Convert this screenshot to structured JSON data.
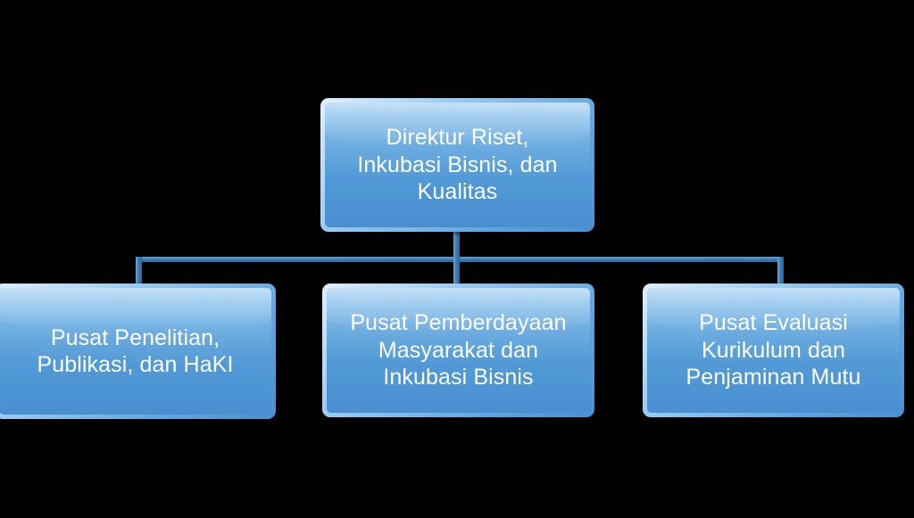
{
  "diagram": {
    "type": "organizational-chart",
    "background_color": "#000000",
    "node_fill_color": "#5ba3dd",
    "node_bevel_color": "#bcdef8",
    "node_text_color": "#ffffff",
    "connector_color": "#3d7cb5",
    "root": {
      "id": "direktur",
      "label": "Direktur Riset,\nInkubasi Bisnis, dan\nKualitas"
    },
    "children": [
      {
        "id": "pusat-penelitian",
        "label": "Pusat Penelitian,\nPublikasi, dan HaKI"
      },
      {
        "id": "pusat-pemberdayaan",
        "label": "Pusat Pemberdayaan\nMasyarakat dan\nInkubasi Bisnis"
      },
      {
        "id": "pusat-evaluasi",
        "label": "Pusat Evaluasi\nKurikulum dan\nPenjaminan Mutu"
      }
    ]
  }
}
